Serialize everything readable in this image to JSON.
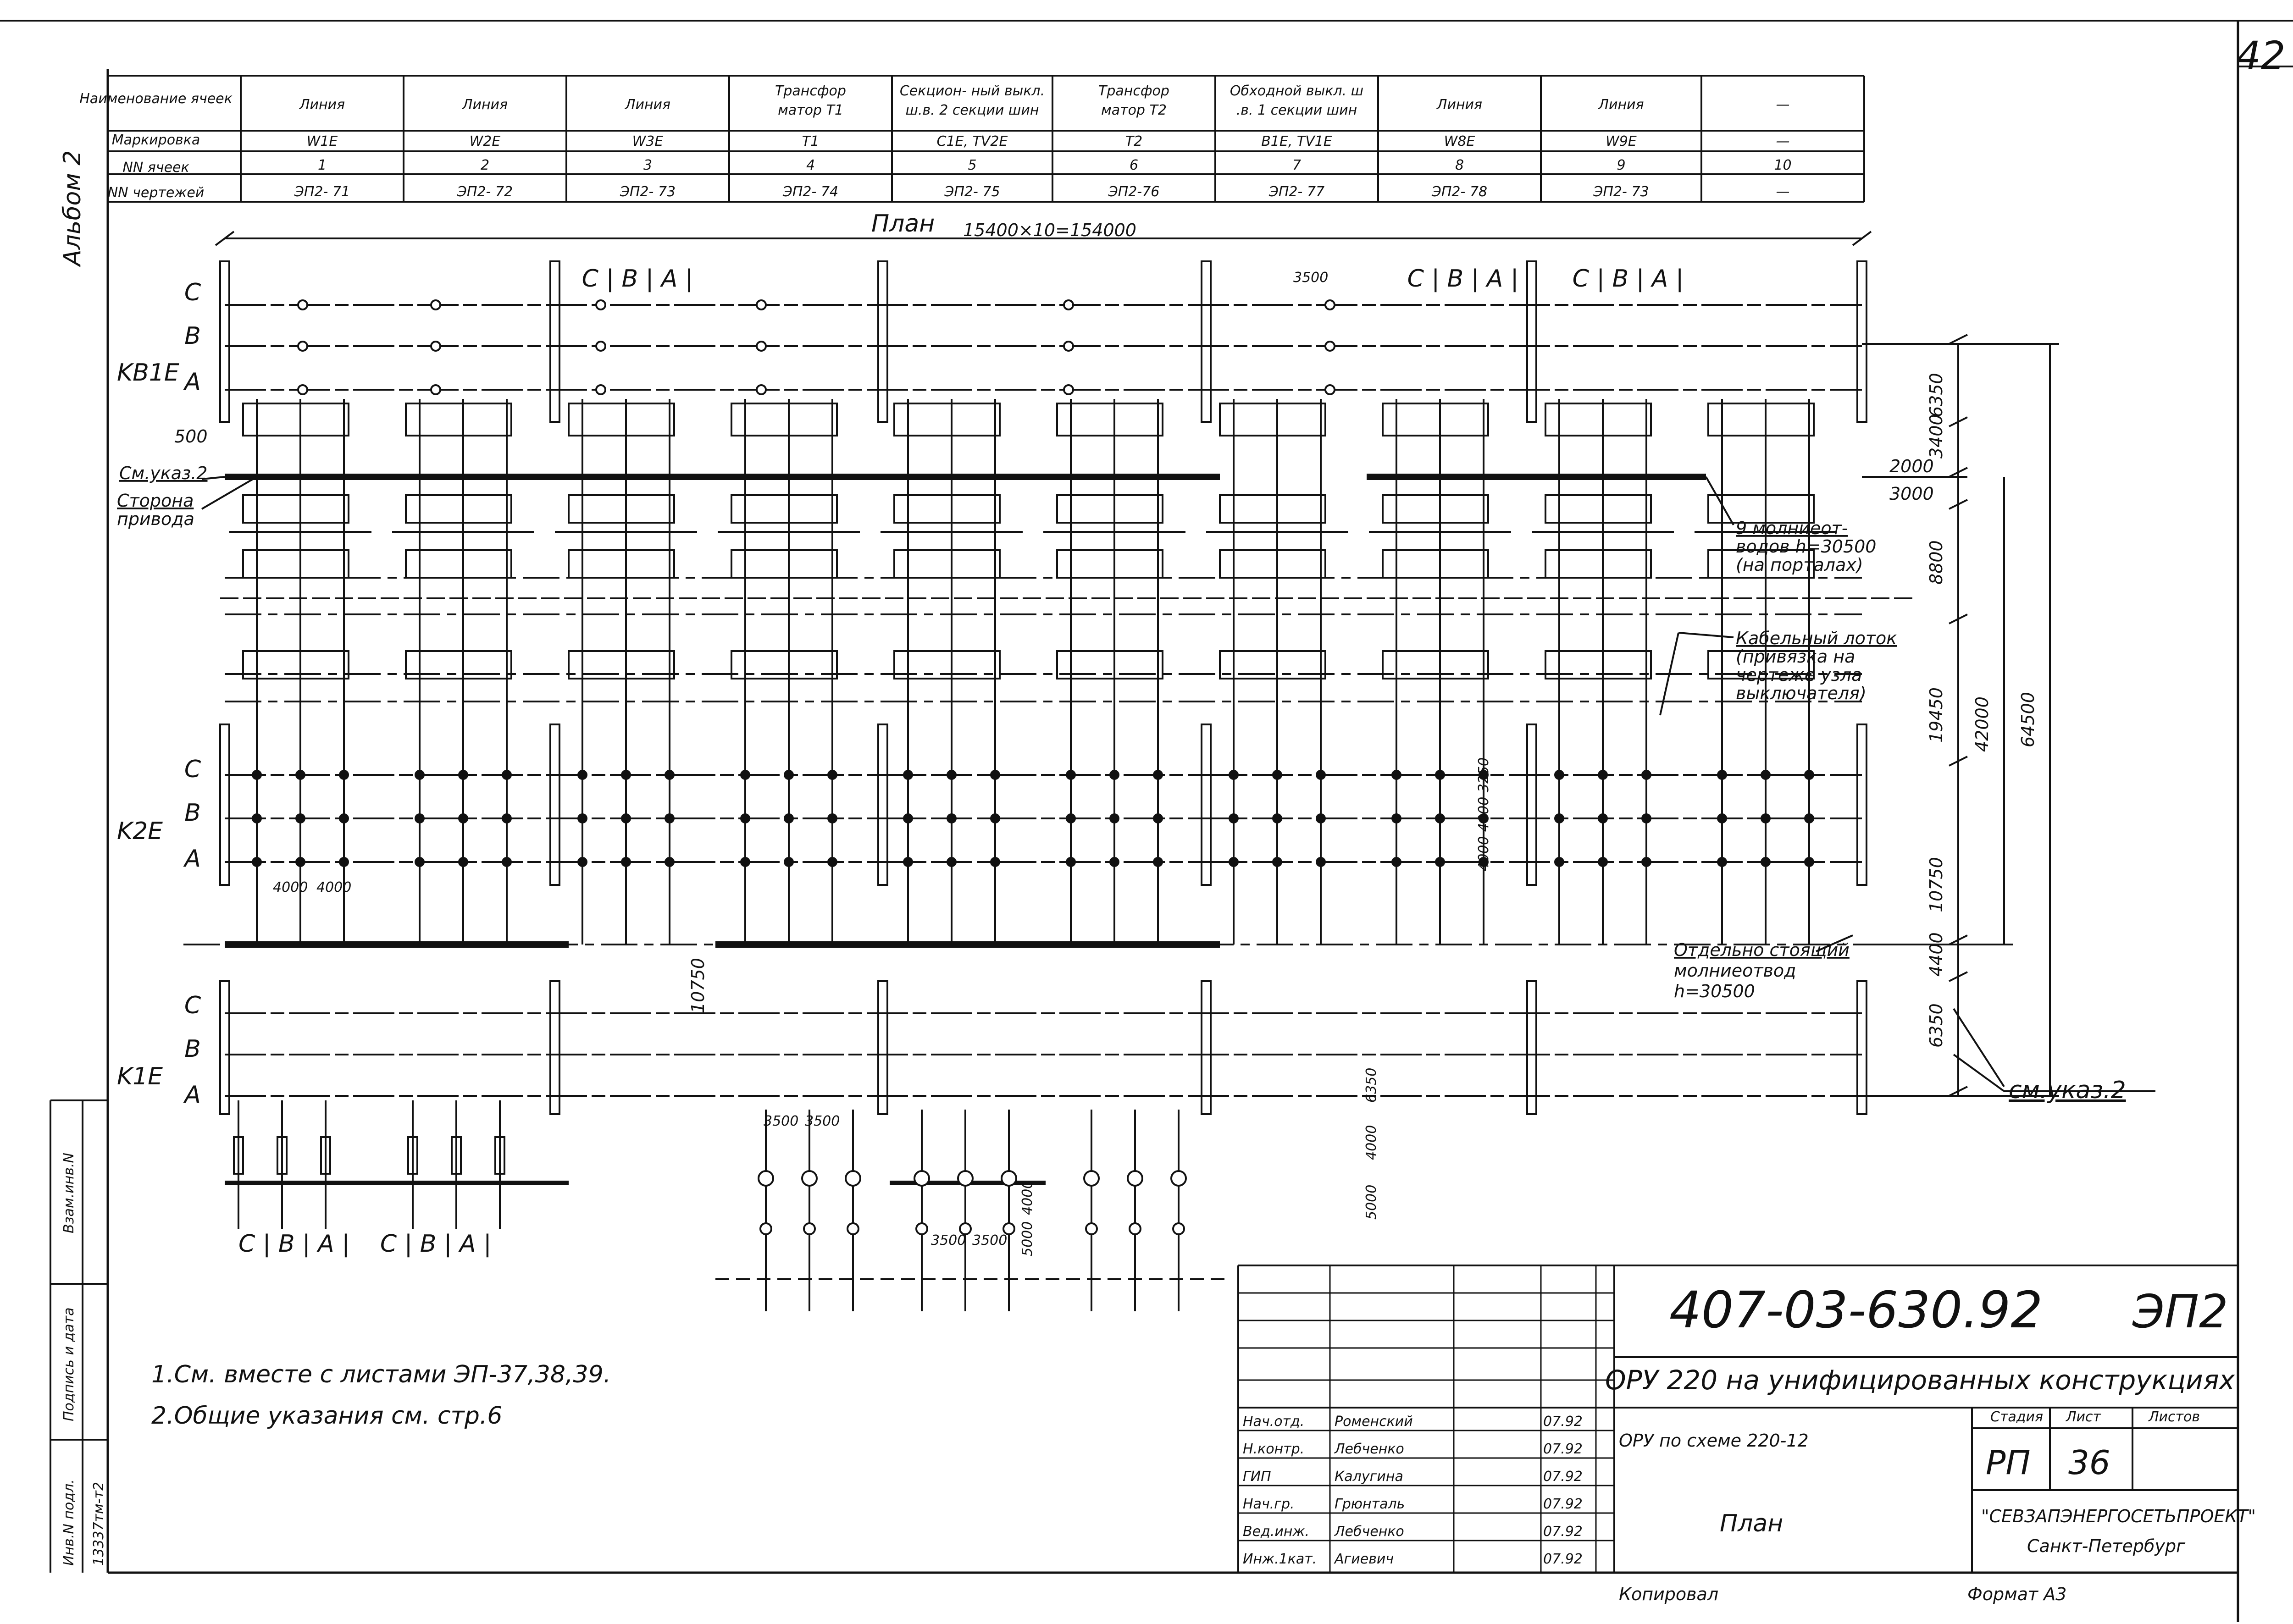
{
  "sheet_number": "42",
  "album": "Альбом 2",
  "header_table": {
    "row_labels": [
      "Наименование ячеек",
      "Маркировка",
      "NN ячеек",
      "NN чертежей"
    ],
    "cells": [
      {
        "name": "Линия",
        "mark": "W1E",
        "num": "1",
        "drawing": "ЭП2- 71"
      },
      {
        "name": "Линия",
        "mark": "W2E",
        "num": "2",
        "drawing": "ЭП2- 72"
      },
      {
        "name": "Линия",
        "mark": "W3E",
        "num": "3",
        "drawing": "ЭП2- 73"
      },
      {
        "name": "Трансформатор Т1",
        "mark": "Т1",
        "num": "4",
        "drawing": "ЭП2- 74"
      },
      {
        "name": "Секцион- ный выкл. ш.в. 2 секции шин",
        "mark": "С1Е, TV2E",
        "num": "5",
        "drawing": "ЭП2- 75"
      },
      {
        "name": "Трансформатор Т2",
        "mark": "Т2",
        "num": "6",
        "drawing": "ЭП2-76"
      },
      {
        "name": "Обходной выкл. ш.в. 1 секции шин",
        "mark": "B1E, TV1E",
        "num": "7",
        "drawing": "ЭП2- 77"
      },
      {
        "name": "Линия",
        "mark": "W8E",
        "num": "8",
        "drawing": "ЭП2- 78"
      },
      {
        "name": "Линия",
        "mark": "W9E",
        "num": "9",
        "drawing": "ЭП2- 73"
      },
      {
        "name": "—",
        "mark": "—",
        "num": "10",
        "drawing": "—"
      }
    ]
  },
  "plan": {
    "title": "План",
    "span_text": "15400×10=154000",
    "phases": [
      "C",
      "B",
      "A"
    ],
    "bus_labels": [
      "KB1E",
      "K2E",
      "K1E"
    ],
    "phase_header": "С | В | А |",
    "dims": {
      "d500": "500",
      "d3500": "3500",
      "d6350a": "6350",
      "d3400": "3400",
      "d2000": "2000",
      "d3000": "3000",
      "d8800": "8800",
      "d19450": "19450",
      "d42000": "42000",
      "d64500": "64500",
      "d10750": "10750",
      "d4400": "4400",
      "d6350b": "6350",
      "d4000a": "4000",
      "d4000b": "4000",
      "d10750b": "10750",
      "d5000": "5000",
      "d4000c": "4000",
      "d3500b": "3500",
      "d3500c": "3500",
      "stack": "4000 4000 3250"
    },
    "callouts": {
      "see_note": "См.указ.2",
      "drive_side_1": "Сторона",
      "drive_side_2": "привода",
      "lightning_1": "9 молниеот-",
      "lightning_2": "водов h=30500",
      "lightning_3": "(на порталах)",
      "cable_1": "Кабельный лоток",
      "cable_2": "(привязка на",
      "cable_3": "чертеже узла",
      "cable_4": "выключателя)",
      "standalone_1": "Отдельно стоящий",
      "standalone_2": "молниеотвод",
      "standalone_3": "h=30500",
      "see_note2": "см.указ.2"
    },
    "bottom_phases": "С | В | А |    С | В | А |"
  },
  "notes": [
    "1.См. вместе с листами ЭП-37,38,39.",
    "2.Общие указания см. стр.6"
  ],
  "side_stamp": {
    "vzam": "Взам.инв.N",
    "sign": "Подпись и дата",
    "inv": "Инв.N подл.",
    "inv_value": "13337тм-т2"
  },
  "title_block": {
    "code": "407-03-630.92",
    "sheet_code": "ЭП2",
    "project": "ОРУ 220 на унифицированных конструкциях",
    "scheme": "ОРУ по схеме 220-12",
    "drawing_name": "План",
    "stage_label": "Стадия",
    "sheet_label": "Лист",
    "sheets_label": "Листов",
    "stage": "РП",
    "sheet": "36",
    "org": "\"СЕВЗАПЭНЕРГОСЕТЬПРОЕКТ\"",
    "city": "Санкт-Петербург",
    "staff": [
      {
        "role": "Нач.отд.",
        "name": "Роменский",
        "date": "07.92"
      },
      {
        "role": "Н.контр.",
        "name": "Лебченко",
        "date": "07.92"
      },
      {
        "role": "ГИП",
        "name": "Калугина",
        "date": "07.92"
      },
      {
        "role": "Нач.гр.",
        "name": "Грюнталь",
        "date": "07.92"
      },
      {
        "role": "Вед.инж.",
        "name": "Лебченко",
        "date": "07.92"
      },
      {
        "role": "Инж.1кат.",
        "name": "Агиевич",
        "date": "07.92"
      }
    ]
  },
  "copied": "Копировал",
  "format": "Формат А3"
}
